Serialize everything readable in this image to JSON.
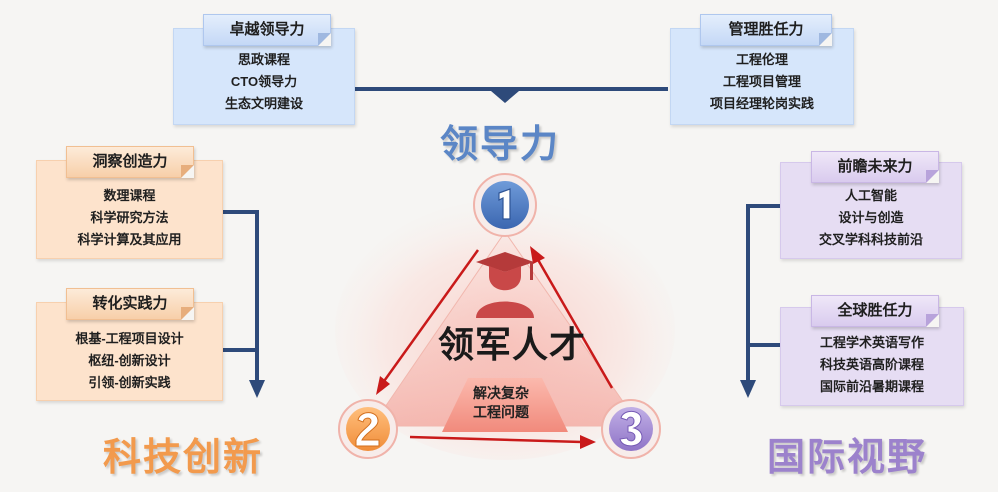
{
  "title": "",
  "center": {
    "title": "领军人才",
    "subtitle_line1": "解决复杂",
    "subtitle_line2": "工程问题"
  },
  "pillars": {
    "leadership": "领导力",
    "innovation": "科技创新",
    "global_vision": "国际视野"
  },
  "groups": {
    "excellent_leadership": {
      "label": "卓越领导力",
      "items": [
        "思政课程",
        "CTO领导力",
        "生态文明建设"
      ]
    },
    "management_competence": {
      "label": "管理胜任力",
      "items": [
        "工程伦理",
        "工程项目管理",
        "项目经理轮岗实践"
      ]
    },
    "insight_creativity": {
      "label": "洞察创造力",
      "items": [
        "数理课程",
        "科学研究方法",
        "科学计算及其应用"
      ]
    },
    "transform_practice": {
      "label": "转化实践力",
      "items": [
        "根基-工程项目设计",
        "枢纽-创新设计",
        "引领-创新实践"
      ]
    },
    "forward_future": {
      "label": "前瞻未来力",
      "items": [
        "人工智能",
        "设计与创造",
        "交叉学科科技前沿"
      ]
    },
    "global_competence": {
      "label": "全球胜任力",
      "items": [
        "工程学术英语写作",
        "科技英语高阶课程",
        "国际前沿暑期课程"
      ]
    }
  },
  "colors": {
    "navy": "#2e4a7a",
    "leadership_blue": "#5b86c6",
    "innovation_orange": "#f29a4d",
    "global_purple": "#9c82cc",
    "arrow_red": "#c91a1a",
    "figure_red": "#b53a3a"
  }
}
